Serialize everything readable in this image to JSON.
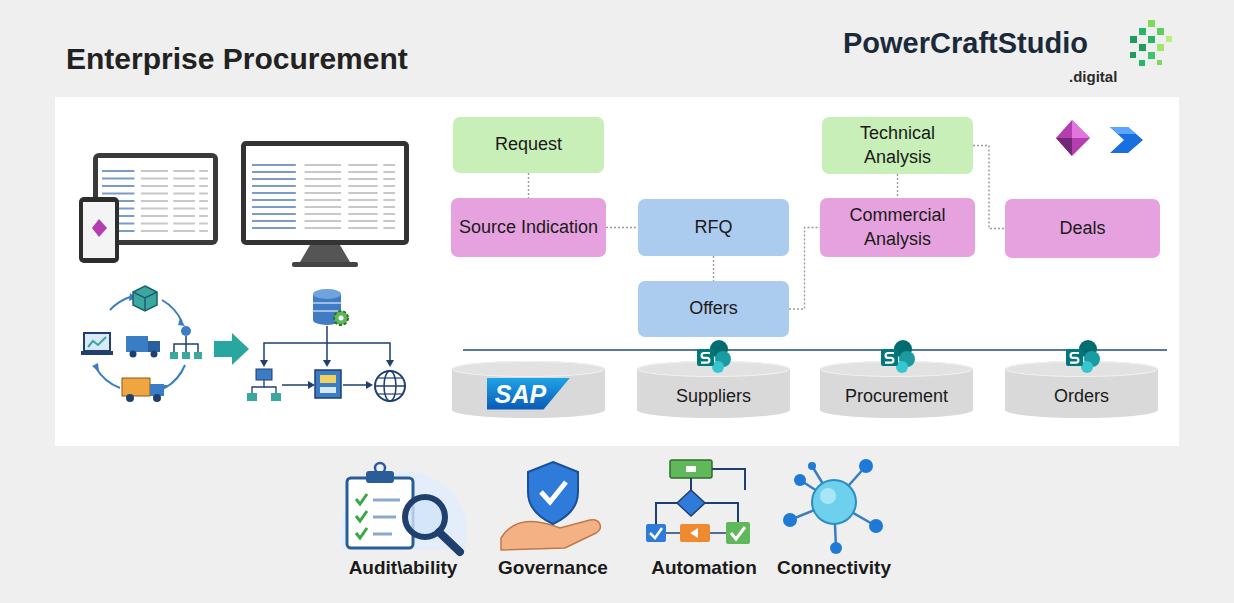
{
  "diagram": {
    "title": "Enterprise Procurement",
    "nodes": [
      {
        "text": [
          "Request"
        ]
      },
      {
        "text": [
          "Source Indication"
        ]
      },
      {
        "text": [
          "RFQ"
        ]
      },
      {
        "text": [
          "Offers"
        ]
      },
      {
        "text": [
          "Technical Analysis"
        ]
      },
      {
        "text": [
          "Commercial Analysis"
        ]
      },
      {
        "text": [
          "Deals"
        ]
      },
      {
        "text": [
          "SAP"
        ]
      },
      {
        "text": [
          "Suppliers"
        ]
      },
      {
        "text": [
          "Procurement"
        ]
      },
      {
        "text": [
          "Orders"
        ]
      }
    ],
    "edges": [
      {
        "from": 0,
        "to": 1,
        "arrow": "none"
      },
      {
        "from": 1,
        "to": 2,
        "arrow": "none"
      },
      {
        "from": 2,
        "to": 3,
        "arrow": "none"
      },
      {
        "from": 3,
        "to": 5,
        "arrow": "none"
      },
      {
        "from": 4,
        "to": 5,
        "arrow": "none"
      },
      {
        "from": 4,
        "to": 6,
        "arrow": "none"
      }
    ],
    "labels": [
      "PowerCraftStudio",
      ".digital",
      "Audit\\ability",
      "Governance",
      "Automation",
      "Connectivity"
    ]
  }
}
